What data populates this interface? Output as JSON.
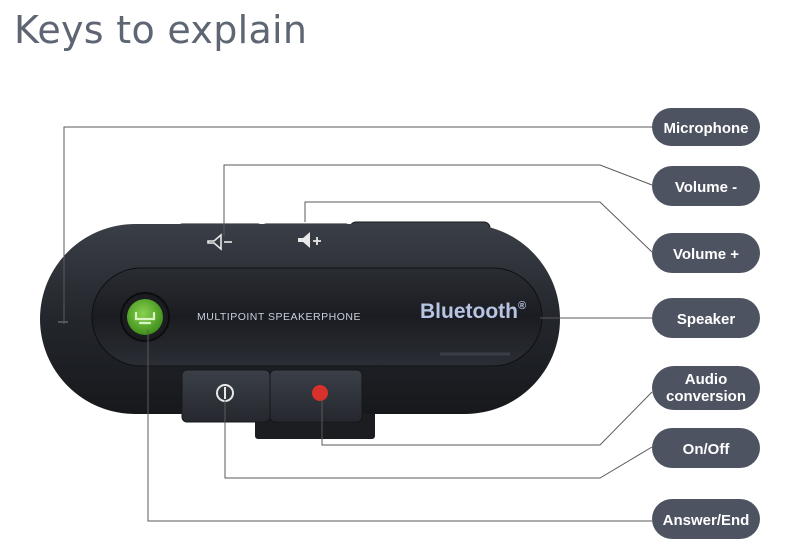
{
  "title": "Keys to explain",
  "device": {
    "model_text": "MULTIPOINT SPEAKERPHONE",
    "brand_text": "Bluetooth",
    "brand_mark": "®",
    "colors": {
      "body": "#22252b",
      "answer_button": "#5fb52c",
      "audio_button": "#d8312b"
    }
  },
  "labels": {
    "microphone": "Microphone",
    "volume_minus": "Volume -",
    "volume_plus": "Volume +",
    "speaker": "Speaker",
    "audio_conversion_line1": "Audio",
    "audio_conversion_line2": "conversion",
    "on_off": "On/Off",
    "answer_end": "Answer/End"
  },
  "icons": {
    "volume_minus": "speaker-minus-icon",
    "volume_plus": "speaker-plus-icon",
    "power": "power-icon",
    "answer_end": "phone-handset-icon",
    "audio": "red-dot-icon"
  }
}
